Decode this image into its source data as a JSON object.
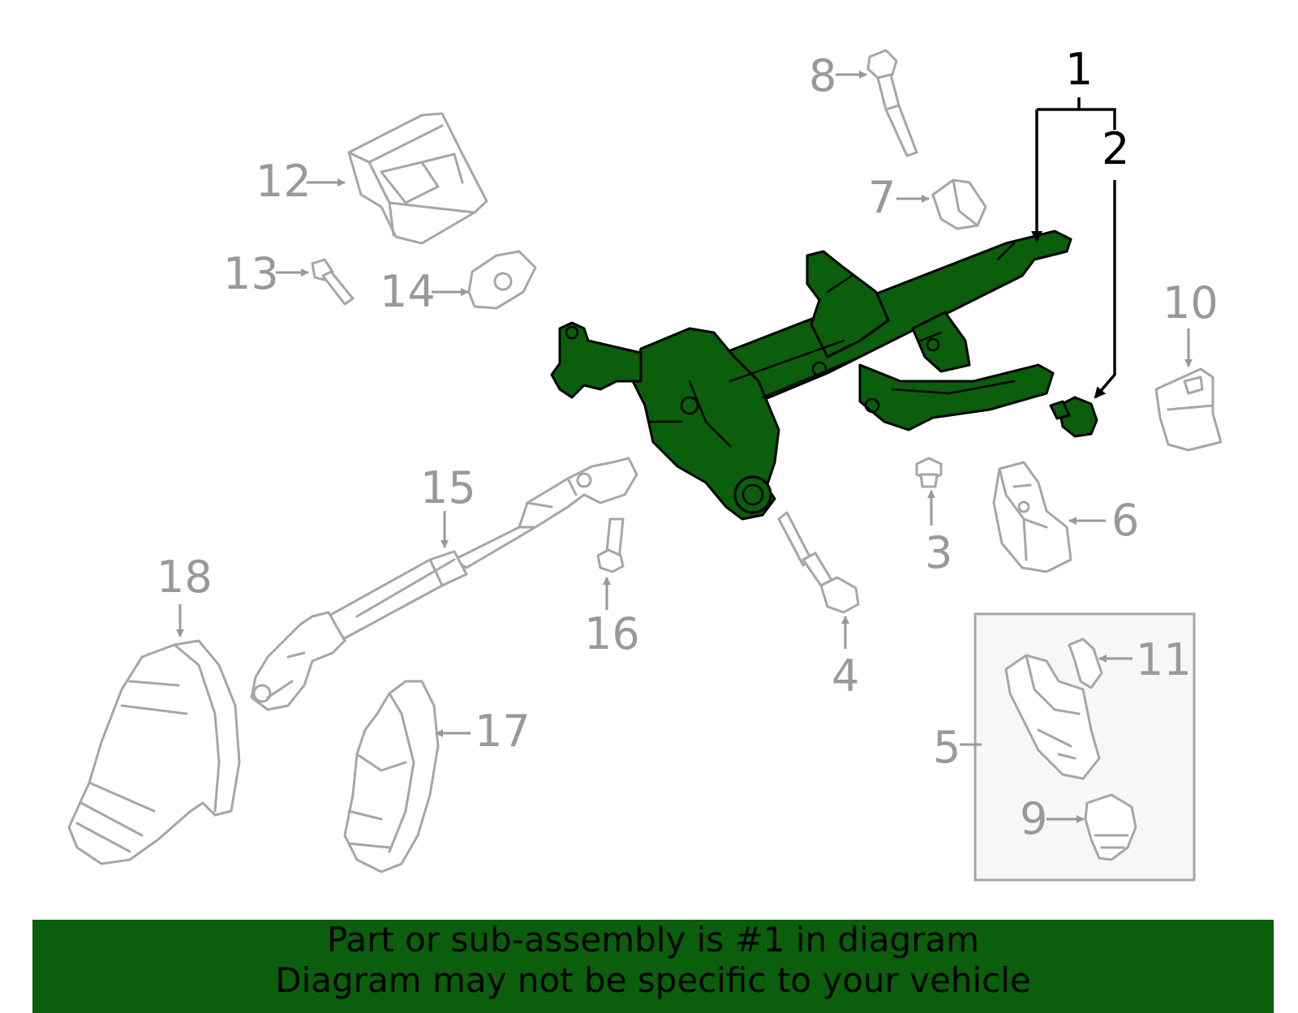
{
  "callouts": [
    "1",
    "2",
    "3",
    "4",
    "5",
    "6",
    "7",
    "8",
    "9",
    "10",
    "11",
    "12",
    "13",
    "14",
    "15",
    "16",
    "17",
    "18"
  ],
  "highlighted_callout": "1",
  "colors": {
    "highlight": "#0b5e0b",
    "parts": "#a6a6a6",
    "banner": "#0b5e0b"
  },
  "footer": {
    "line1": "Part or sub-assembly is #1 in diagram",
    "line2": "Diagram may not be specific to your vehicle"
  }
}
